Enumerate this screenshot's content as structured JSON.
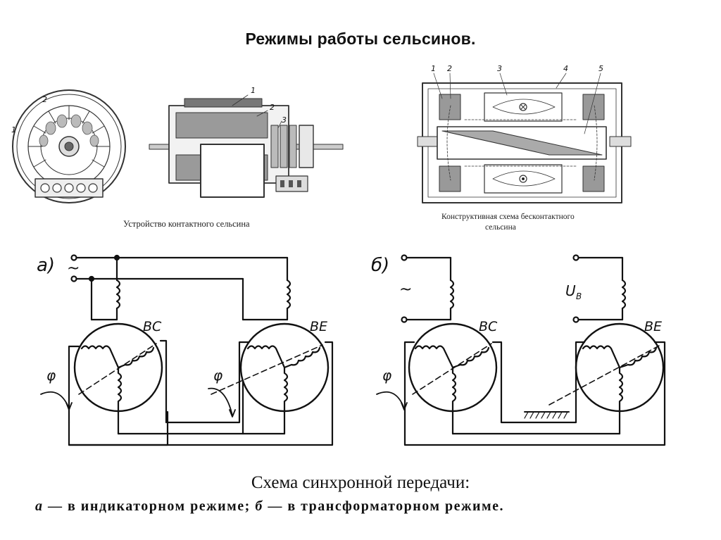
{
  "page": {
    "title": "Режимы работы сельсинов."
  },
  "figure_top_left": {
    "caption": "Устройство контактного сельсина",
    "callouts": [
      "1",
      "2",
      "1",
      "2",
      "3"
    ]
  },
  "figure_top_right": {
    "caption_line1": "Конструктивная схема бесконтактного",
    "caption_line2": "сельсина",
    "callouts": [
      "1",
      "2",
      "3",
      "4",
      "5"
    ]
  },
  "scheme_a": {
    "label": "а)",
    "supply": "~",
    "sender": "ВС",
    "receiver": "ВЕ",
    "angle": "φ",
    "angle2": "φ"
  },
  "scheme_b": {
    "label": "б)",
    "supply": "~",
    "sender": "ВС",
    "receiver": "ВЕ",
    "voltage": "U",
    "voltage_sub": "В",
    "angle": "φ"
  },
  "caption": {
    "line1": "Схема синхронной передачи:",
    "line2_a": "а",
    "line2_a_text": " — в индикаторном режиме; ",
    "line2_b": "б",
    "line2_b_text": " — в трансформаторном режиме."
  }
}
